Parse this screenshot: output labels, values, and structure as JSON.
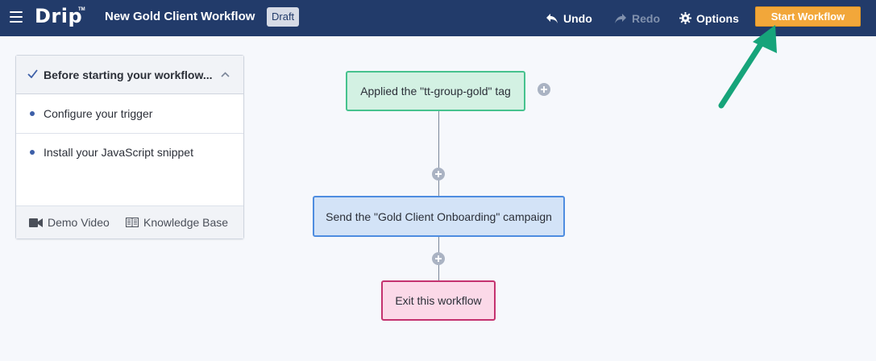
{
  "header": {
    "logo": "Drip",
    "logo_tm": "TM",
    "workflow_title": "New Gold Client Workflow",
    "status_badge": "Draft",
    "undo_label": "Undo",
    "redo_label": "Redo",
    "options_label": "Options",
    "start_label": "Start Workflow"
  },
  "checklist": {
    "title": "Before starting your workflow...",
    "items": [
      {
        "label": "Configure your trigger"
      },
      {
        "label": "Install your JavaScript snippet"
      }
    ],
    "footer": {
      "demo_label": "Demo Video",
      "kb_label": "Knowledge Base"
    }
  },
  "workflow": {
    "trigger": "Applied the \"tt-group-gold\" tag",
    "action": "Send the \"Gold Client Onboarding\" campaign",
    "exit": "Exit this workflow"
  },
  "colors": {
    "header_bg": "#223b6a",
    "start_button": "#f2a73a",
    "trigger_border": "#46c28e",
    "action_border": "#4e8de0",
    "exit_border": "#c4326f",
    "annotation_arrow": "#16a47a"
  }
}
